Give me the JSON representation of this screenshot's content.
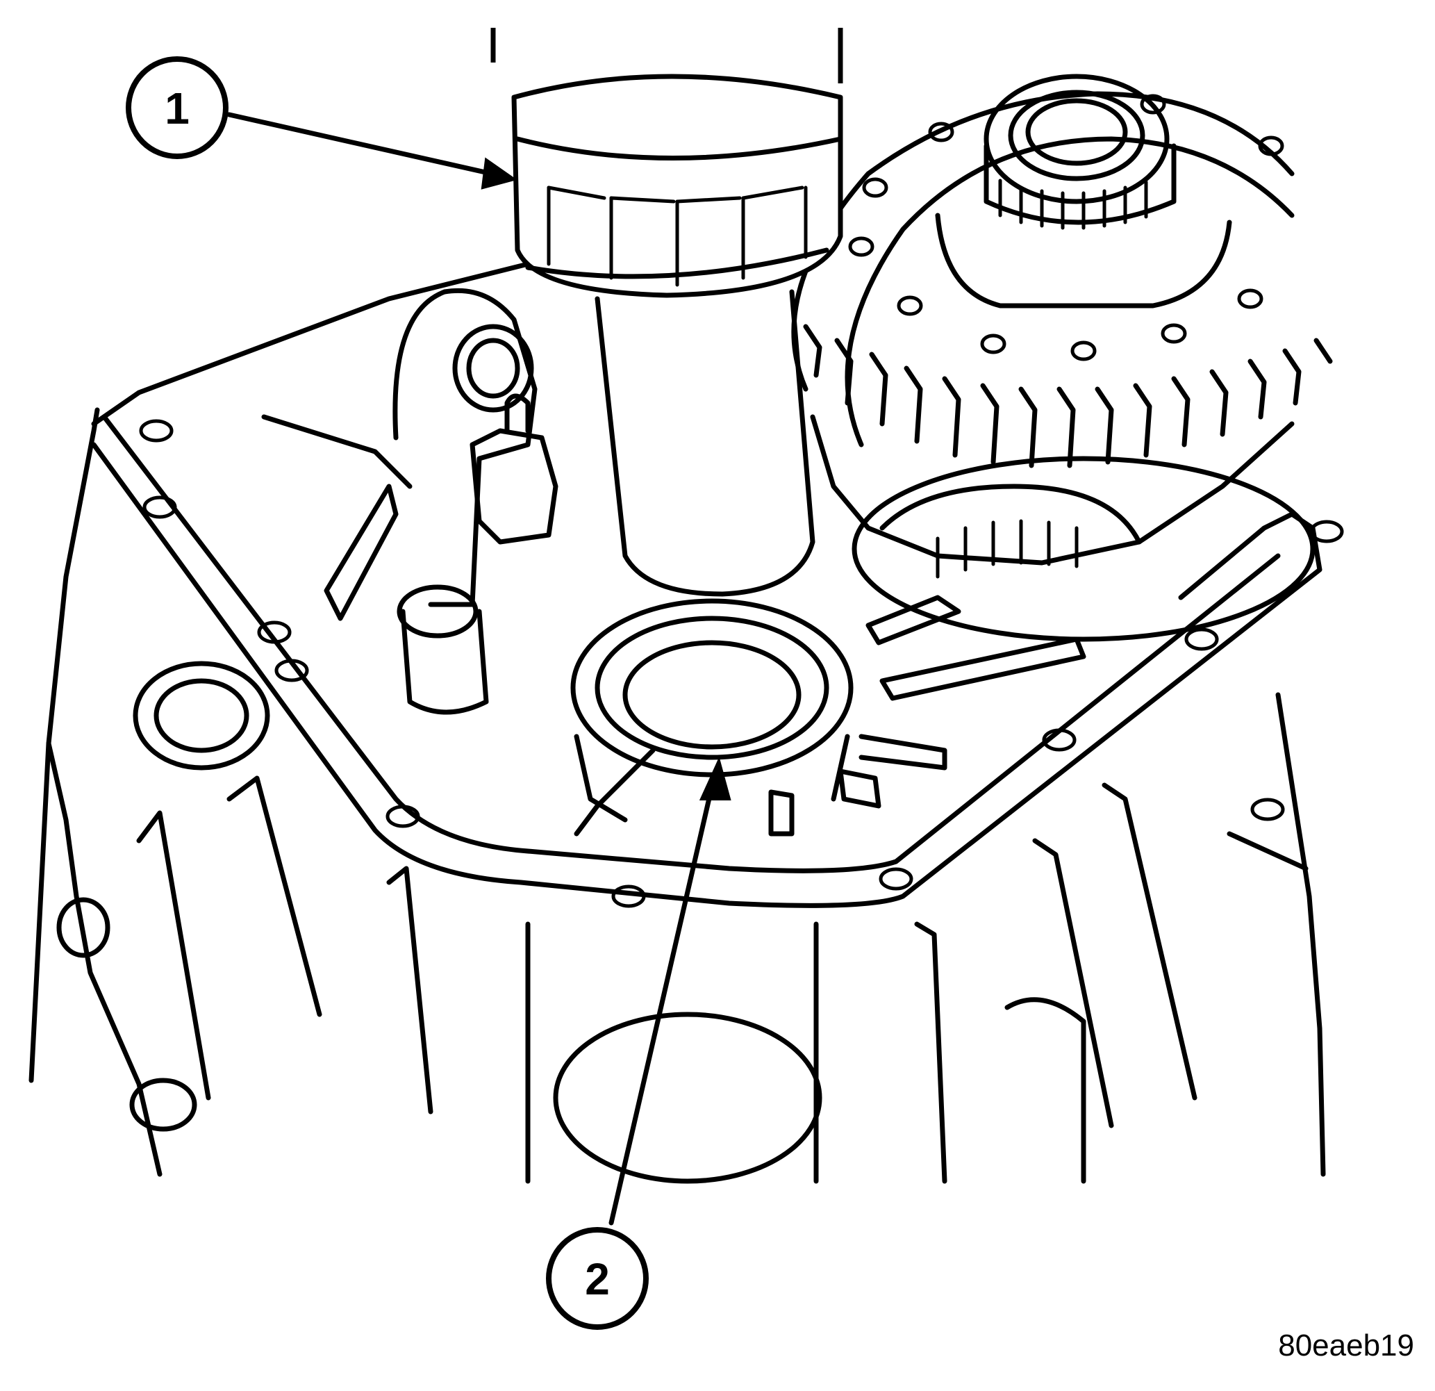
{
  "callouts": [
    {
      "label": "1"
    },
    {
      "label": "2"
    }
  ],
  "figure_id": "80eaeb19",
  "colors": {
    "ink": "#000000",
    "paper": "#ffffff"
  }
}
